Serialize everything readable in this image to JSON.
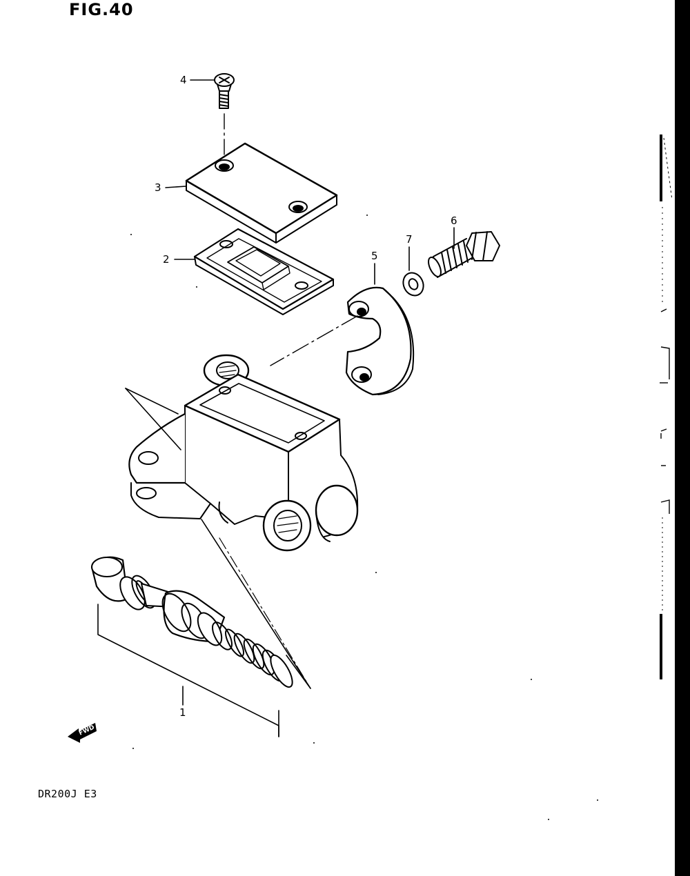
{
  "figure": {
    "title": "FIG.40",
    "model_code": "DR200J E3"
  },
  "parts": [
    {
      "number": "1",
      "component": "piston-kit"
    },
    {
      "number": "2",
      "component": "diaphragm"
    },
    {
      "number": "3",
      "component": "reservoir-cap"
    },
    {
      "number": "4",
      "component": "cap-screw"
    },
    {
      "number": "5",
      "component": "clamp-holder"
    },
    {
      "number": "6",
      "component": "clamp-bolt"
    },
    {
      "number": "7",
      "component": "washer"
    }
  ],
  "direction_badge": {
    "label": "FWD",
    "icon": "fwd-arrow-icon"
  },
  "colors": {
    "line": "#000000",
    "background": "#ffffff"
  }
}
